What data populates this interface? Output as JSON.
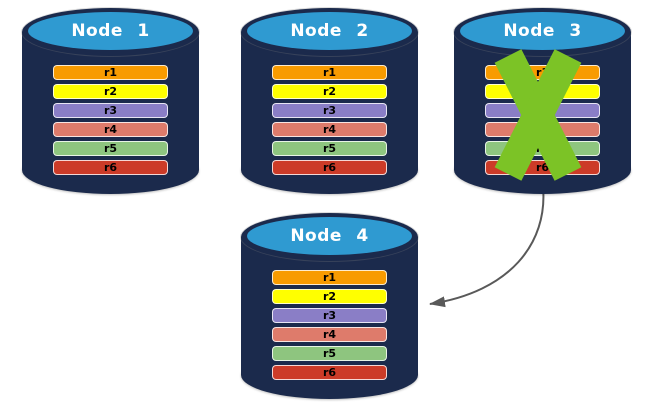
{
  "rows": [
    {
      "label": "r1",
      "color": "#F89B00"
    },
    {
      "label": "r2",
      "color": "#FFFF00"
    },
    {
      "label": "r3",
      "color": "#8A7EC6"
    },
    {
      "label": "r4",
      "color": "#DE7B6B"
    },
    {
      "label": "r5",
      "color": "#8EC57F"
    },
    {
      "label": "r6",
      "color": "#CC3B28"
    }
  ],
  "nodes": [
    {
      "label": "Node 1",
      "failed": false
    },
    {
      "label": "Node 2",
      "failed": false
    },
    {
      "label": "Node 3",
      "failed": true
    },
    {
      "label": "Node 4",
      "failed": false
    }
  ],
  "failure": {
    "node": "Node 3",
    "icon": "x-mark-icon"
  },
  "arrow": {
    "from": "Node 3",
    "to": "Node 4",
    "style": "curved"
  },
  "colors": {
    "background": "#FFFFFF",
    "cylinder_body": "#1B2A4C",
    "cylinder_top": "#2F9AD1",
    "node_title_text": "#FFFFFF",
    "row_text": "#000000",
    "failure_mark": "#7CC326",
    "arrow": "#595959"
  }
}
